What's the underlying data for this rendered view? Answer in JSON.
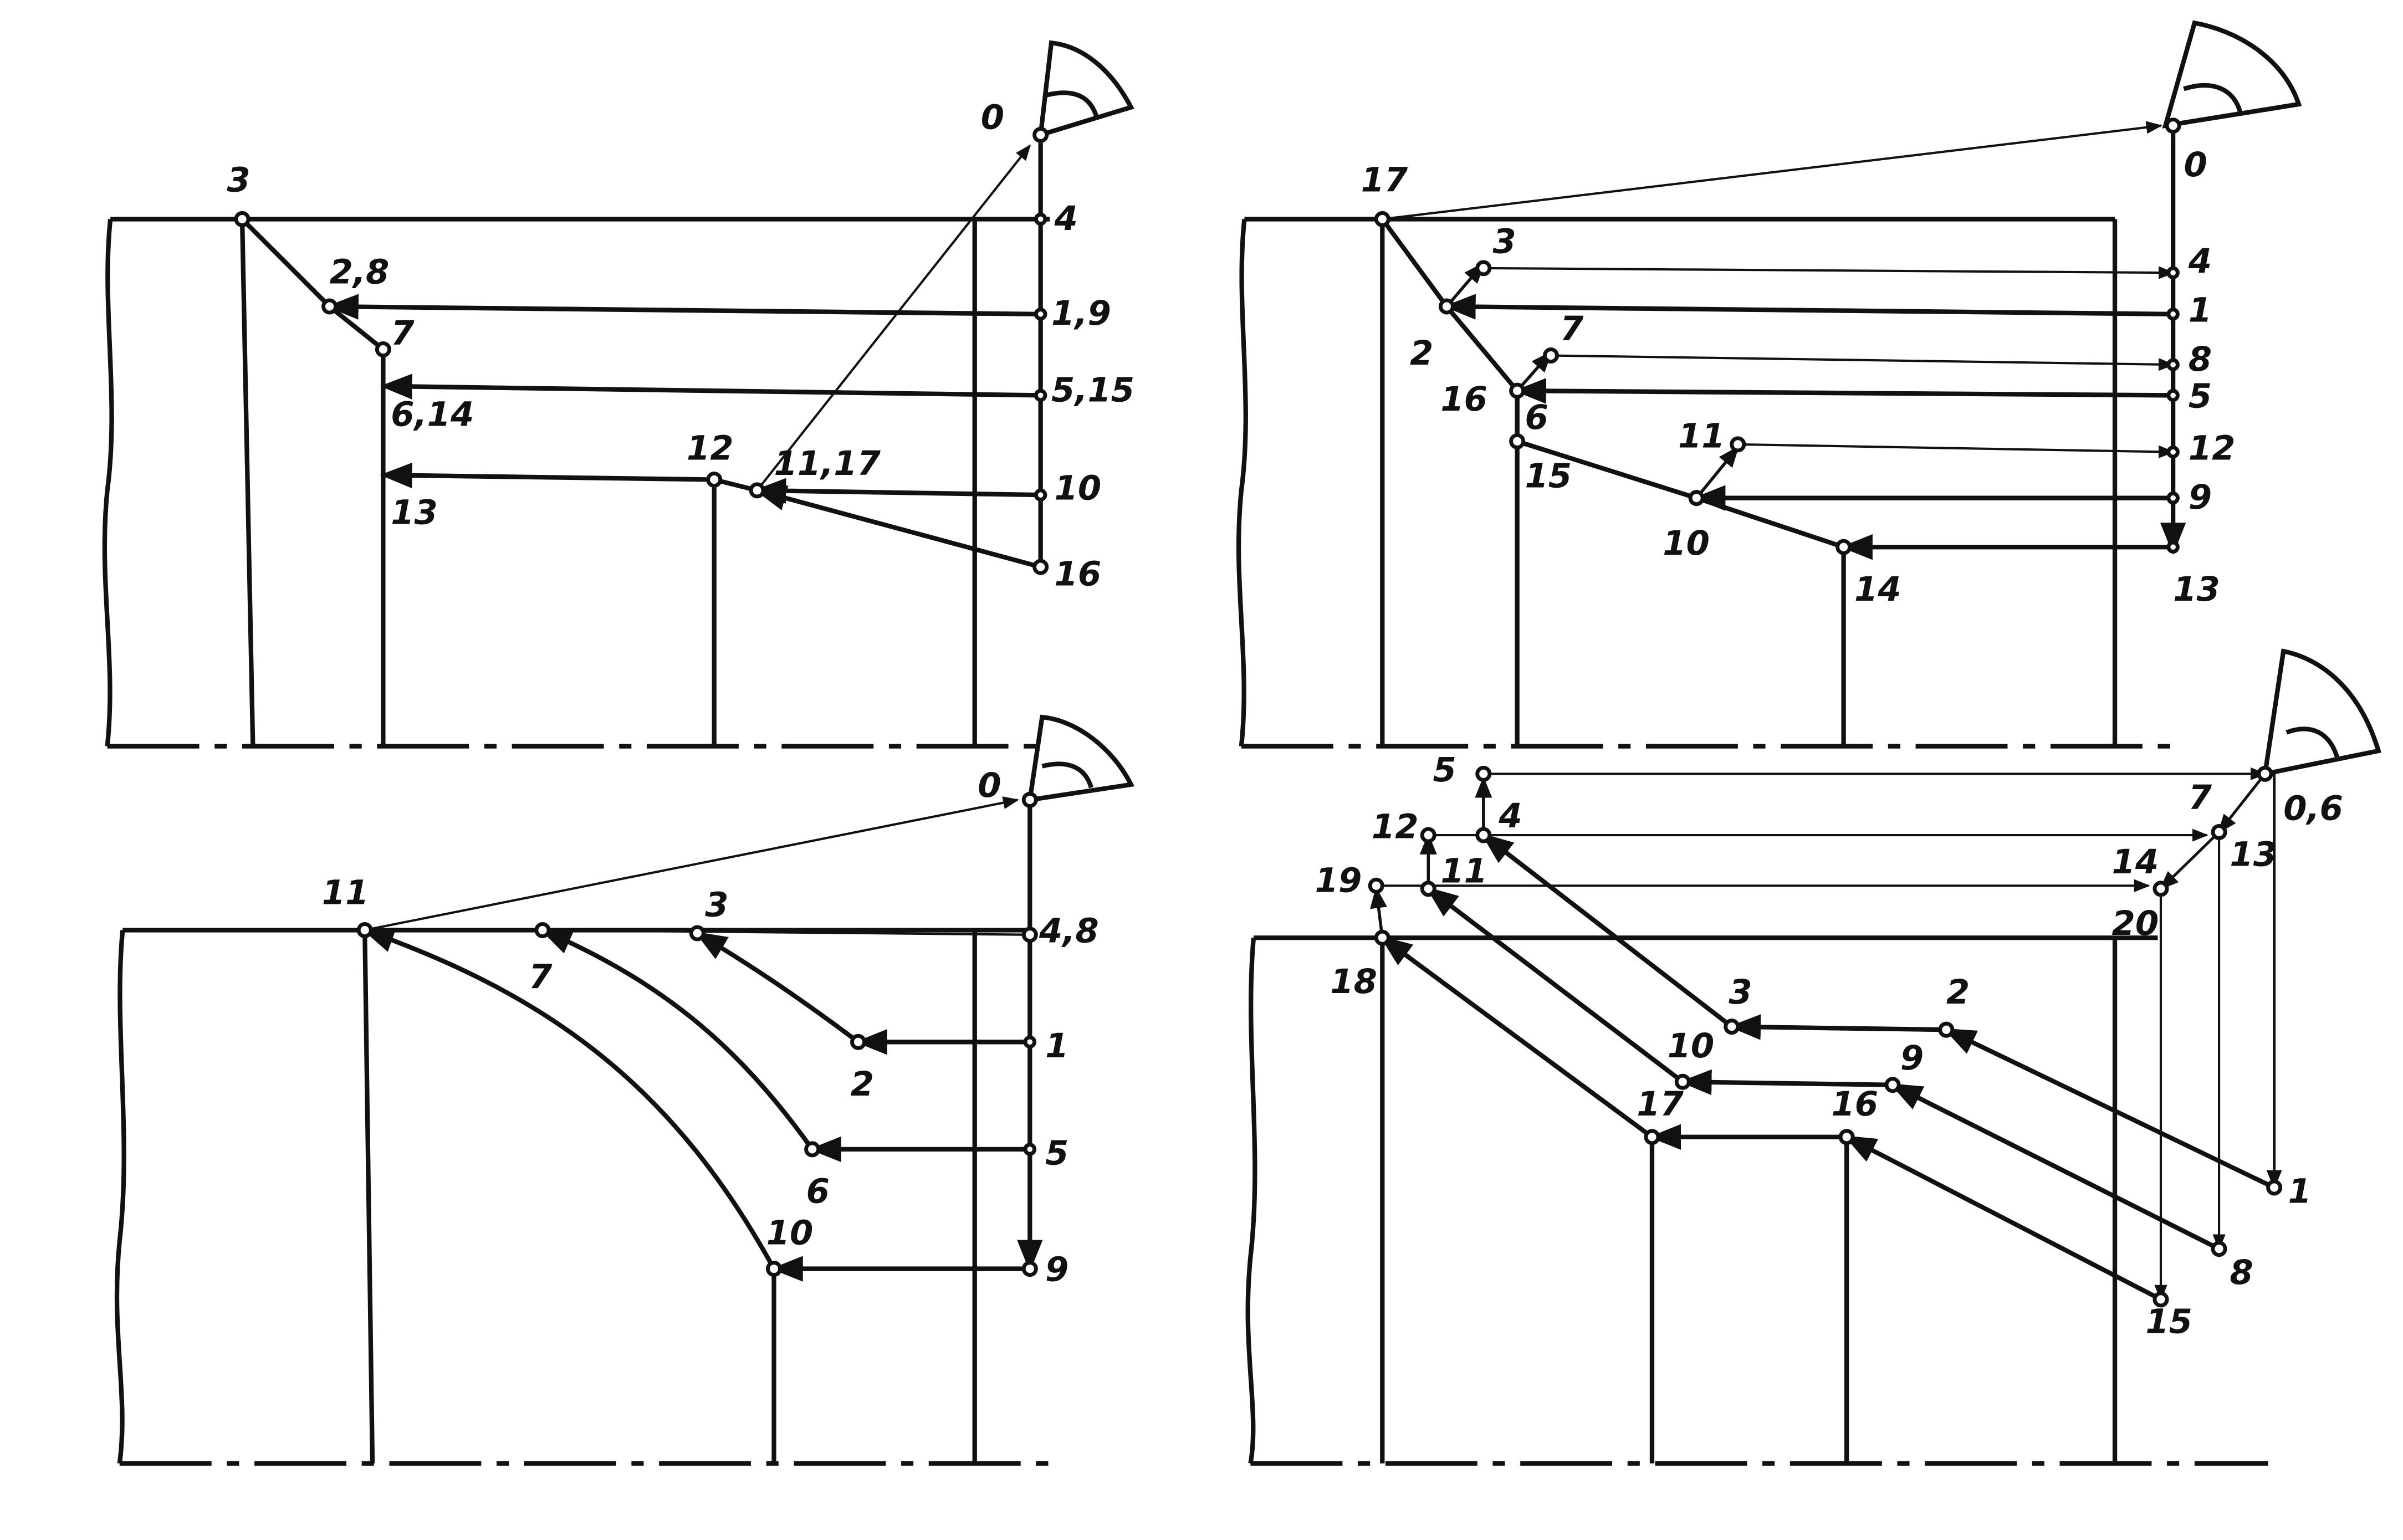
{
  "ink": "#111111",
  "background": "#ffffff",
  "panels": [
    {
      "id": "panel-a",
      "labels": [
        "0",
        "3",
        "2,8",
        "7",
        "6,14",
        "13",
        "12",
        "11,17",
        "4",
        "1,9",
        "5,15",
        "10",
        "16"
      ]
    },
    {
      "id": "panel-b",
      "labels": [
        "17",
        "0",
        "3",
        "2",
        "7",
        "16",
        "6",
        "15",
        "11",
        "10",
        "14",
        "4",
        "1",
        "8",
        "5",
        "12",
        "9",
        "13"
      ]
    },
    {
      "id": "panel-c",
      "labels": [
        "0",
        "11",
        "7",
        "3",
        "4,8",
        "1",
        "2",
        "5",
        "6",
        "10",
        "9"
      ]
    },
    {
      "id": "panel-d",
      "labels": [
        "5",
        "4",
        "12",
        "11",
        "19",
        "18",
        "0,6",
        "7",
        "13",
        "14",
        "20",
        "3",
        "2",
        "10",
        "9",
        "17",
        "16",
        "1",
        "8",
        "15"
      ]
    }
  ]
}
